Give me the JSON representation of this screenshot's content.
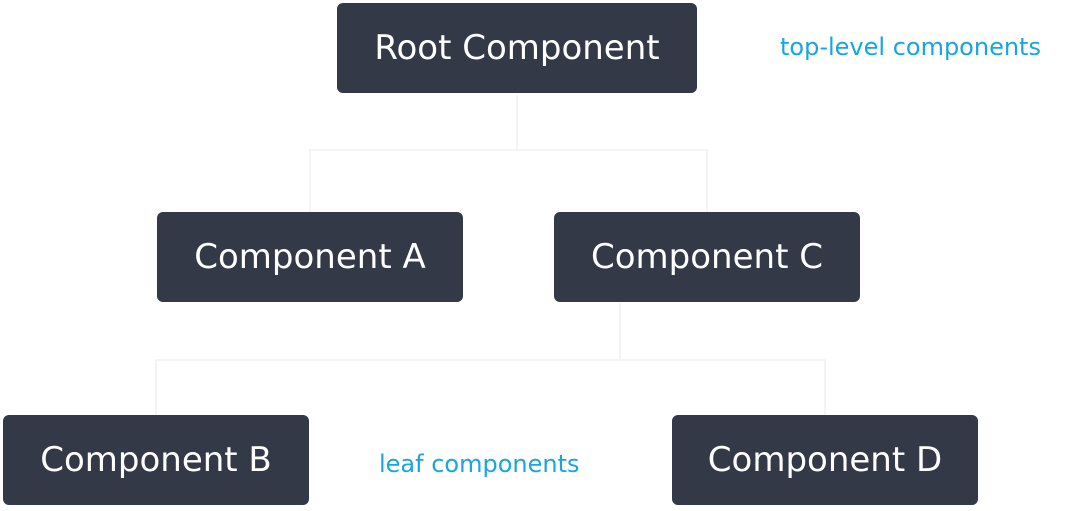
{
  "diagram": {
    "nodes": {
      "root": "Root Component",
      "a": "Component A",
      "c": "Component C",
      "b": "Component B",
      "d": "Component D"
    },
    "annotations": {
      "top_level": "top-level components",
      "leaf": "leaf components"
    },
    "colors": {
      "node_background": "#333947",
      "node_text": "#ffffff",
      "annotation_text": "#1aa5df",
      "connector": "#f4f4f5"
    }
  }
}
